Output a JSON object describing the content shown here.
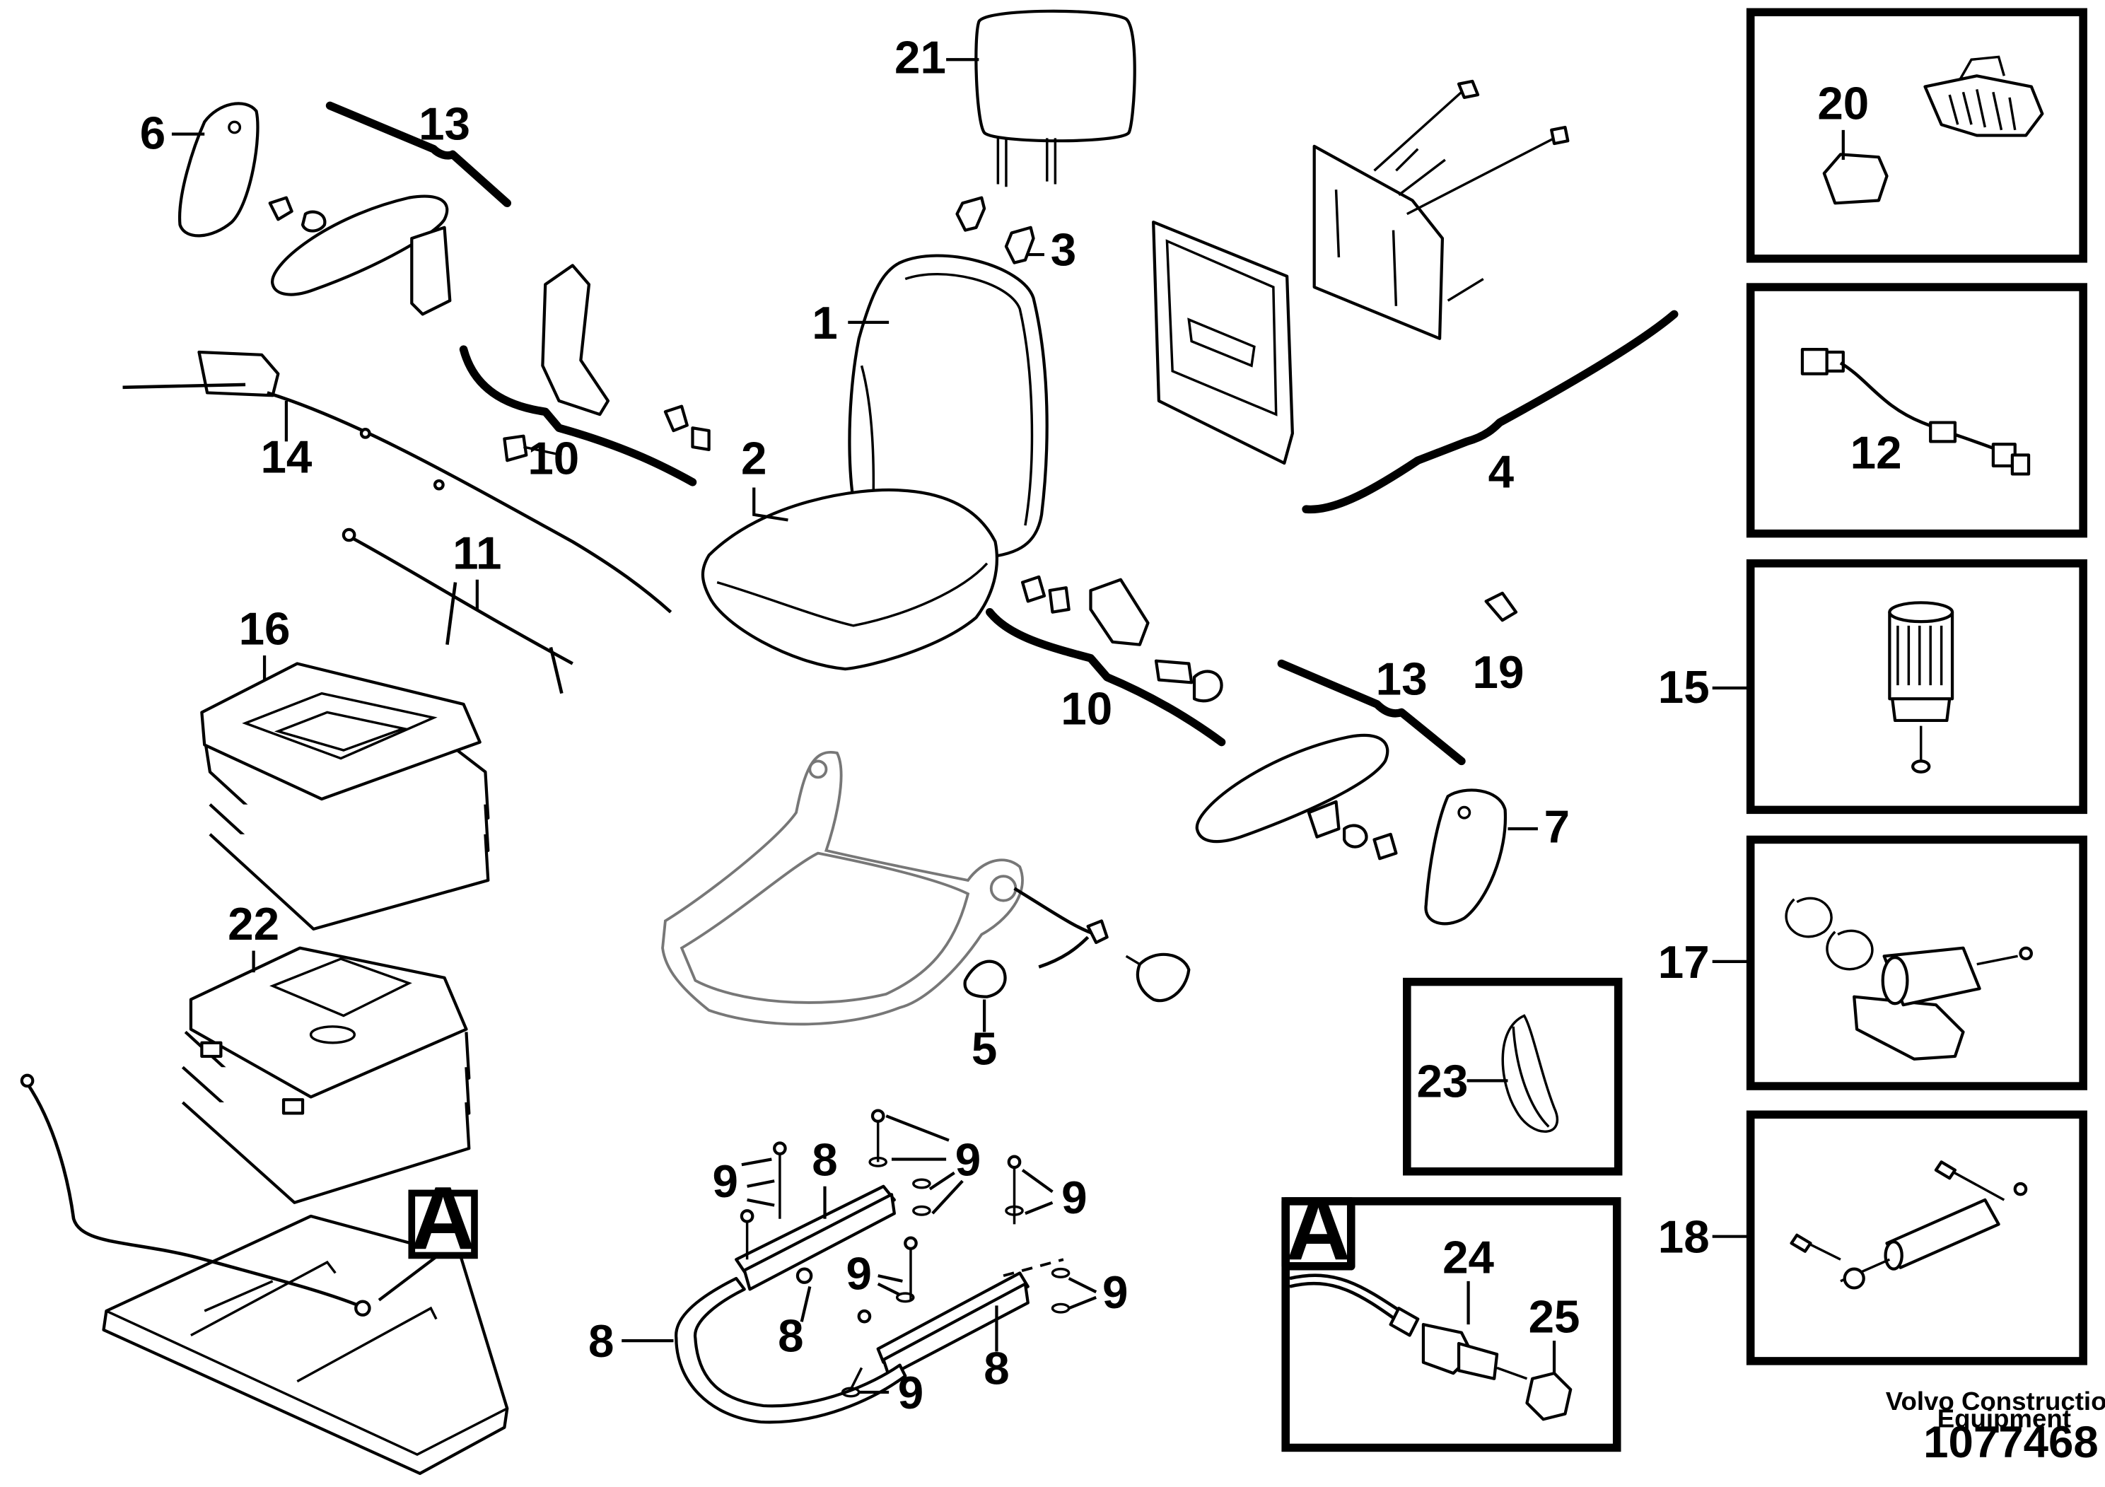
{
  "diagram": {
    "part_labels": {
      "p1": "1",
      "p2": "2",
      "p3": "3",
      "p4": "4",
      "p5": "5",
      "p6": "6",
      "p7": "7",
      "p8": "8",
      "p9": "9",
      "p10": "10",
      "p11": "11",
      "p12": "12",
      "p13": "13",
      "p14": "14",
      "p15": "15",
      "p16": "16",
      "p17": "17",
      "p18": "18",
      "p19": "19",
      "p20": "20",
      "p21": "21",
      "p22": "22",
      "p23": "23",
      "p24": "24",
      "p25": "25"
    },
    "detail_marker": "A"
  },
  "footer": {
    "company_line1": "Volvo Construction",
    "company_line2": "Equipment",
    "drawing_number": "1077468"
  }
}
